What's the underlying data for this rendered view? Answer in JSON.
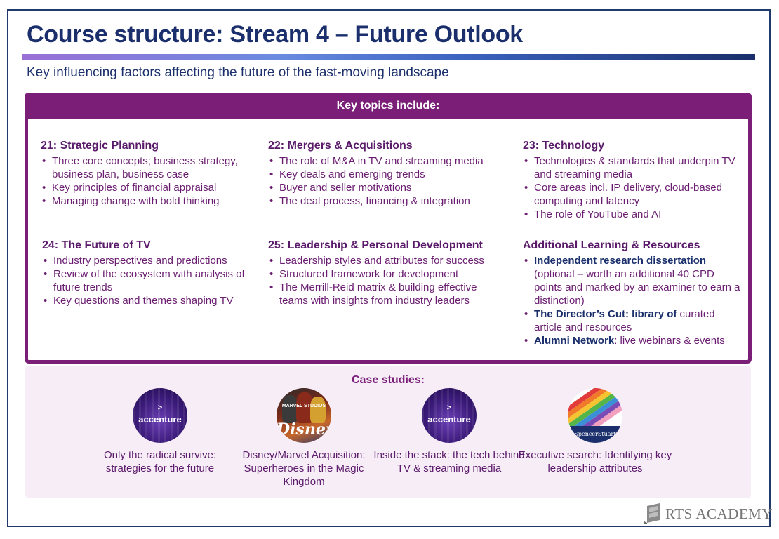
{
  "slide": {
    "title": "Course structure: Stream 4 – Future Outlook",
    "subtitle": "Key influencing factors affecting the future of the fast-moving landscape",
    "colors": {
      "title": "#1a2f6b",
      "accent": "#7a1e78",
      "text": "#6a1d70",
      "case_bg": "#f6edf6"
    }
  },
  "topics": {
    "header": "Key topics include:",
    "t21": {
      "title": "21: Strategic Planning",
      "items": [
        "Three core concepts; business strategy, business plan, business case",
        "Key principles of financial appraisal",
        "Managing change with bold thinking"
      ]
    },
    "t22": {
      "title": "22: Mergers & Acquisitions",
      "items": [
        "The role of M&A in TV and streaming media",
        "Key deals and emerging trends",
        "Buyer and seller motivations",
        "The deal process, financing & integration"
      ]
    },
    "t23": {
      "title": "23: Technology",
      "items": [
        "Technologies & standards that underpin TV and streaming media",
        "Core areas incl. IP delivery, cloud-based computing and latency",
        "The role of YouTube and AI"
      ]
    },
    "t24": {
      "title": "24: The Future of TV",
      "items": [
        "Industry perspectives and predictions",
        "Review of the ecosystem with analysis of future trends",
        "Key questions and themes shaping TV"
      ]
    },
    "t25": {
      "title": "25: Leadership & Personal Development",
      "items": [
        "Leadership styles and attributes for success",
        "Structured framework for development",
        "The Merrill-Reid matrix & building effective teams with insights from industry leaders"
      ]
    },
    "additional": {
      "title": "Additional Learning & Resources",
      "items": [
        {
          "bold": "Independent research dissertation",
          "rest": " (optional – worth an additional 40 CPD points and marked by an examiner to earn a distinction)"
        },
        {
          "bold": "The Director’s Cut: library of",
          "rest": " curated article and resources"
        },
        {
          "bold": "Alumni Network",
          "rest": ": live webinars & events"
        }
      ]
    }
  },
  "case_studies": {
    "title": "Case studies:",
    "items": [
      {
        "logo": "accenture",
        "logo_text": "accenture",
        "caption": "Only the radical survive: strategies for the future"
      },
      {
        "logo": "disney-marvel",
        "logo_text": "Disney",
        "logo_small": "MARVEL STUDIOS",
        "caption": "Disney/Marvel Acquisition: Superheroes in the Magic Kingdom"
      },
      {
        "logo": "accenture",
        "logo_text": "accenture",
        "caption": "Inside the stack: the tech behind TV & streaming media"
      },
      {
        "logo": "spencerstuart",
        "logo_text": "SpencerStuart",
        "caption": "Executive search: Identifying key leadership attributes"
      }
    ]
  },
  "footer": {
    "brand": "RTS ACADEMY",
    "brand_icon": "rts-academy-logo-icon"
  }
}
